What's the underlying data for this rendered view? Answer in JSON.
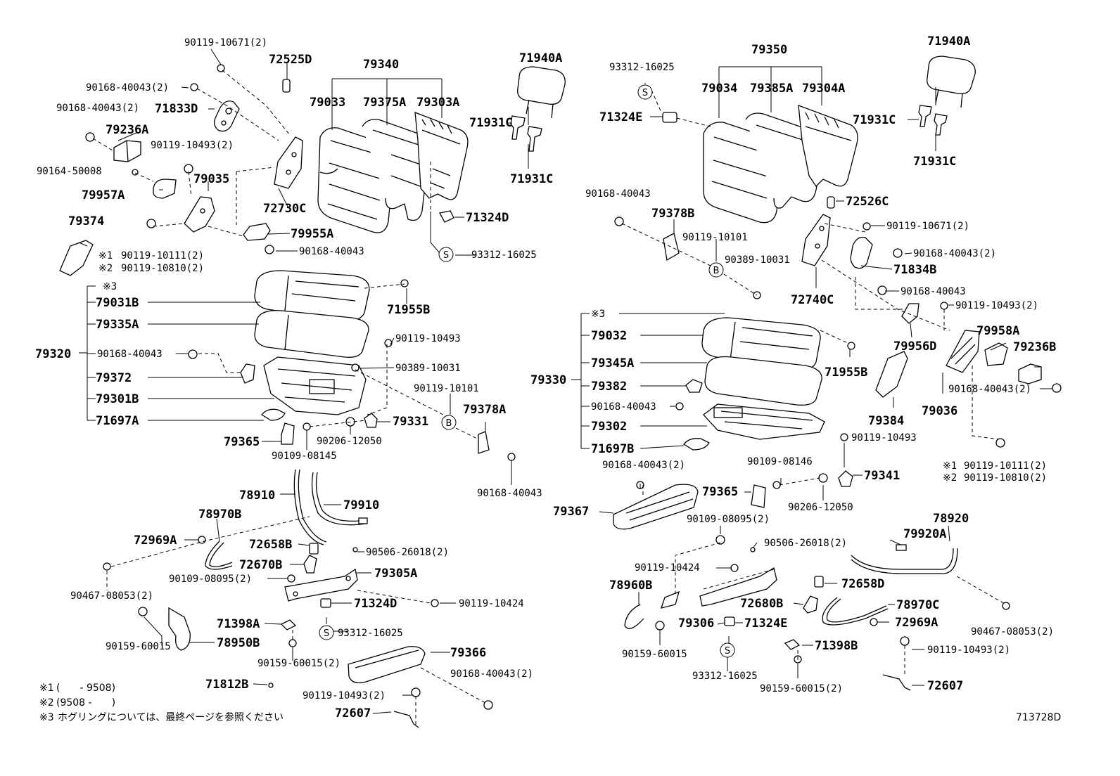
{
  "diagram_code": "713728D",
  "notes": [
    {
      "mark": "※1",
      "text": "(　　- 9508)"
    },
    {
      "mark": "※2",
      "text": "(9508 -　　)"
    },
    {
      "mark": "※3",
      "text": "ホグリングについては、最終ページを参照ください"
    }
  ],
  "left_assembly": {
    "labels": {
      "l1": "90119-10671(2)",
      "l2": "72525D",
      "l3": "79340",
      "l4": "71940A",
      "l5": "90168-40043(2)",
      "l6": "90168-40043(2)",
      "l7": "71833D",
      "l8": "79033",
      "l9": "79375A",
      "l10": "79303A",
      "l11": "79236A",
      "l12": "71931C",
      "l13": "90119-10493(2)",
      "l14": "90164-50008",
      "l15": "79035",
      "l16": "71931C",
      "l17": "79957A",
      "l18": "72730C",
      "l19": "79374",
      "l20": "71324D",
      "l21": "79955A",
      "l22": "90119-10111(2)",
      "l23": "90119-10810(2)",
      "l24": "90168-40043",
      "l25": "93312-16025",
      "l26": "79031B",
      "l27": "71955B",
      "l28": "79335A",
      "l29": "90119-10493",
      "l30": "79320",
      "l31": "90168-40043",
      "l32": "90389-10031",
      "l33": "79372",
      "l34": "90119-10101",
      "l35": "79301B",
      "l36": "79378A",
      "l37": "71697A",
      "l38": "79331",
      "l39": "79365",
      "l40": "90206-12050",
      "l41": "90109-08145",
      "l42": "90168-40043",
      "l43": "78910",
      "l44": "79910",
      "l45": "78970B",
      "l46": "72969A",
      "l47": "72658B",
      "l48": "90506-26018(2)",
      "l49": "72670B",
      "l50": "79305A",
      "l51": "90109-08095(2)",
      "l52": "71324D",
      "l53": "90119-10424",
      "l54": "90467-08053(2)",
      "l55": "71398A",
      "l56": "78950B",
      "l57": "93312-16025",
      "l58": "90159-60015",
      "l59": "79366",
      "l60": "90159-60015(2)",
      "l61": "90168-40043(2)",
      "l62": "71812B",
      "l63": "90119-10493(2)",
      "l64": "72607"
    }
  },
  "right_assembly": {
    "labels": {
      "r1": "79350",
      "r2": "71940A",
      "r3": "93312-16025",
      "r4": "79034",
      "r5": "79385A",
      "r6": "79304A",
      "r7": "71324E",
      "r8": "71931C",
      "r9": "71931C",
      "r10": "90168-40043",
      "r11": "72526C",
      "r12": "79378B",
      "r13": "90119-10671(2)",
      "r14": "90119-10101",
      "r15": "90168-40043(2)",
      "r16": "90389-10031",
      "r17": "71834B",
      "r18": "90168-40043",
      "r19": "72740C",
      "r20": "90119-10493(2)",
      "r21": "79032",
      "r22": "79958A",
      "r23": "79956D",
      "r24": "79236B",
      "r25": "79345A",
      "r26": "71955B",
      "r27": "79330",
      "r28": "79382",
      "r29": "90168-40043(2)",
      "r30": "90168-40043",
      "r31": "79036",
      "r32": "79384",
      "r33": "79302",
      "r34": "71697B",
      "r35": "90119-10493",
      "r36": "90168-40043(2)",
      "r37": "90109-08146",
      "r38": "90119-10111(2)",
      "r39": "79365",
      "r40": "79341",
      "r41": "90119-10810(2)",
      "r42": "79367",
      "r43": "90206-12050",
      "r44": "78920",
      "r45": "90109-08095(2)",
      "r46": "79920A",
      "r47": "90506-26018(2)",
      "r48": "90119-10424",
      "r49": "78960B",
      "r50": "72658D",
      "r51": "72680B",
      "r52": "78970C",
      "r53": "79306",
      "r54": "71324E",
      "r55": "72969A",
      "r56": "90467-08053(2)",
      "r57": "90159-60015",
      "r58": "71398B",
      "r59": "90119-10493(2)",
      "r60": "93312-16025",
      "r61": "90159-60015(2)",
      "r62": "72607"
    }
  },
  "note_marks": {
    "m1": "※1",
    "m2": "※2",
    "m3": "※3"
  },
  "circle_marks": {
    "s": "S",
    "b": "B"
  }
}
